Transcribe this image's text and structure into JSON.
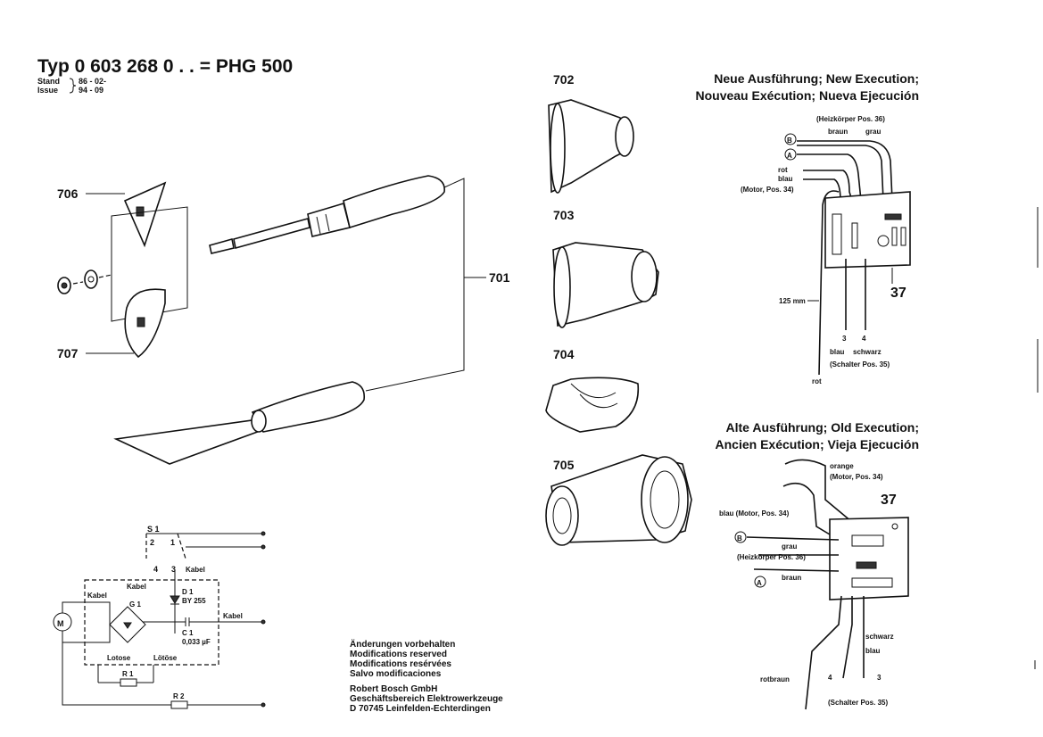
{
  "title": {
    "main": "Typ 0 603 268 0 . . = PHG 500",
    "stand_label": "Stand",
    "stand_value": "86 - 02-",
    "issue_label": "Issue",
    "issue_value": "94 - 09"
  },
  "exploded_view": {
    "parts": [
      {
        "number": "706"
      },
      {
        "number": "707"
      },
      {
        "number": "701"
      },
      {
        "number": "702"
      },
      {
        "number": "703"
      },
      {
        "number": "704"
      },
      {
        "number": "705"
      }
    ]
  },
  "schematic": {
    "labels": {
      "s1": "S 1",
      "pos2": "2",
      "pos1": "1",
      "pos4": "4",
      "pos3": "3",
      "kabel_a": "Kabel",
      "kabel_b": "Kabel",
      "kabel_c": "Kabel",
      "kabel_d": "Kabel",
      "d1": "D 1",
      "d1_type": "BY 255",
      "g1": "G 1",
      "c1": "C 1",
      "c1_value": "0,033 µF",
      "motor": "M",
      "lotose": "Lotose",
      "lotoese": "Lötöse",
      "r1": "R 1",
      "r2": "R 2"
    }
  },
  "notes": {
    "lines": [
      "Änderungen vorbehalten",
      "Modifications reserved",
      "Modifications resérvées",
      "Salvo modificaciones",
      "Robert Bosch GmbH",
      "Geschäftsbereich Elektrowerkzeuge",
      "D 70745 Leinfelden-Echterdingen"
    ]
  },
  "new_execution": {
    "heading_1": "Neue Ausführung; New Execution;",
    "heading_2": "Nouveau Exécution; Nueva Ejecución",
    "heater_ref": "(Heizkörper Pos. 36)",
    "braun": "braun",
    "grau": "grau",
    "marker_b": "B",
    "marker_a": "A",
    "rot": "rot",
    "blau": "blau",
    "motor_ref": "(Motor, Pos. 34)",
    "board_number": "37",
    "length": "125 mm",
    "pin3": "3",
    "pin4": "4",
    "blau_2": "blau",
    "schwarz": "schwarz",
    "switch_ref": "(Schalter Pos. 35)",
    "rot_2": "rot"
  },
  "old_execution": {
    "heading_1": "Alte Ausführung; Old Execution;",
    "heading_2": "Ancien Exécution; Vieja Ejecución",
    "orange": "orange",
    "motor_ref_1": "(Motor, Pos. 34)",
    "board_number": "37",
    "blau_motor": "blau (Motor, Pos. 34)",
    "marker_b": "B",
    "grau": "grau",
    "heater_ref": "(Heizkörper Pos. 36)",
    "marker_a": "A",
    "braun": "braun",
    "schwarz": "schwarz",
    "blau": "blau",
    "rotbraun": "rotbraun",
    "pin4": "4",
    "pin3": "3",
    "switch_ref": "(Schalter Pos. 35)"
  }
}
